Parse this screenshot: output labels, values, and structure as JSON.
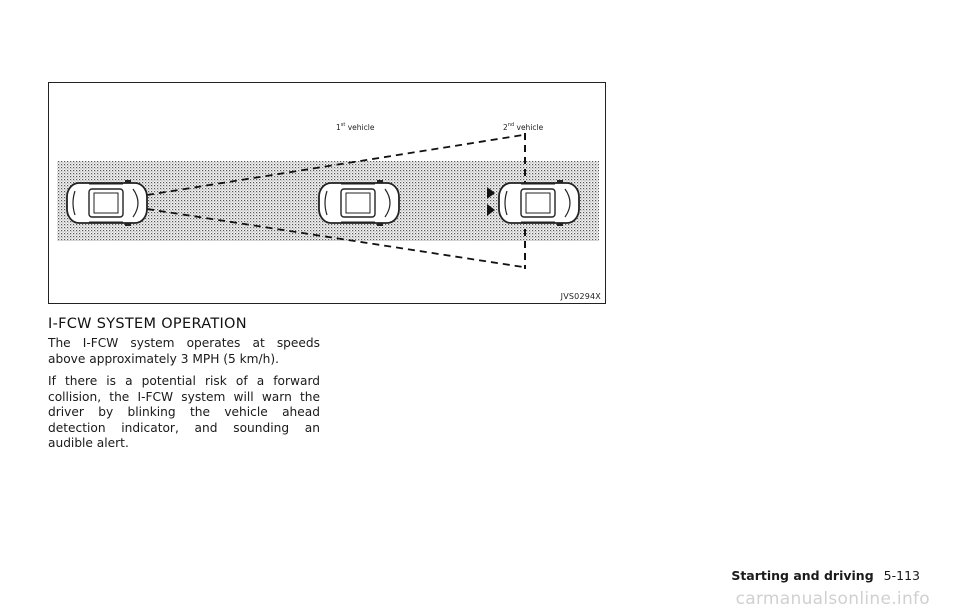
{
  "figure": {
    "label_first": "1",
    "label_first_sup": "st",
    "label_first_rest": " vehicle",
    "label_second": "2",
    "label_second_sup": "nd",
    "label_second_rest": " vehicle",
    "code": "JVS0294X"
  },
  "section": {
    "heading": "I-FCW SYSTEM OPERATION",
    "para1": "The I-FCW system operates at speeds above approximately 3 MPH (5 km/h).",
    "para2": "If there is a potential risk of a forward collision, the I-FCW system will warn the driver by blinking the vehicle ahead detection indicator, and sounding an audible alert."
  },
  "footer": {
    "section_title": "Starting and driving",
    "page_number": "5-113"
  },
  "watermark": "carmanualsonline.info"
}
